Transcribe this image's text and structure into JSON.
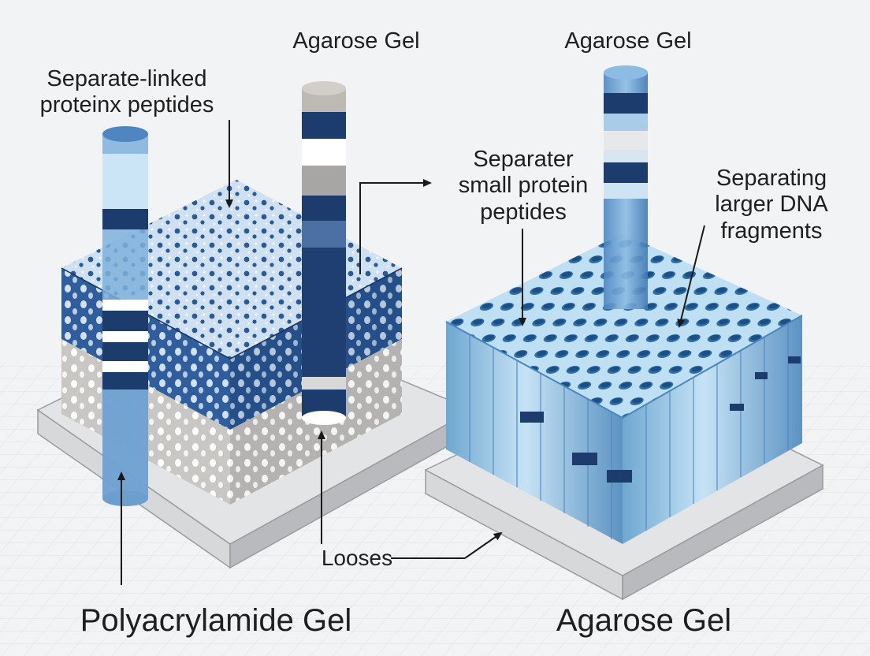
{
  "labels": {
    "top_center_title": "Agarose Gel",
    "top_right_title": "Agarose Gel",
    "left_callout": [
      "Separate-linked",
      "proteinx peptides"
    ],
    "center_callout": [
      "Separater",
      "small protein",
      "peptides"
    ],
    "right_callout": [
      "Separating",
      "larger DNA",
      "fragments"
    ],
    "bottom_callout": "Looses",
    "left_caption": "Polyacrylamide Gel",
    "right_caption": "Agarose Gel"
  },
  "colors": {
    "background": "#f2f3f5",
    "navy": "#1d3c6e",
    "mid_blue": "#3f6aa8",
    "light_blue": "#a8d3ec",
    "grey_base": "#c9cacc",
    "text": "#1f1f1f"
  }
}
